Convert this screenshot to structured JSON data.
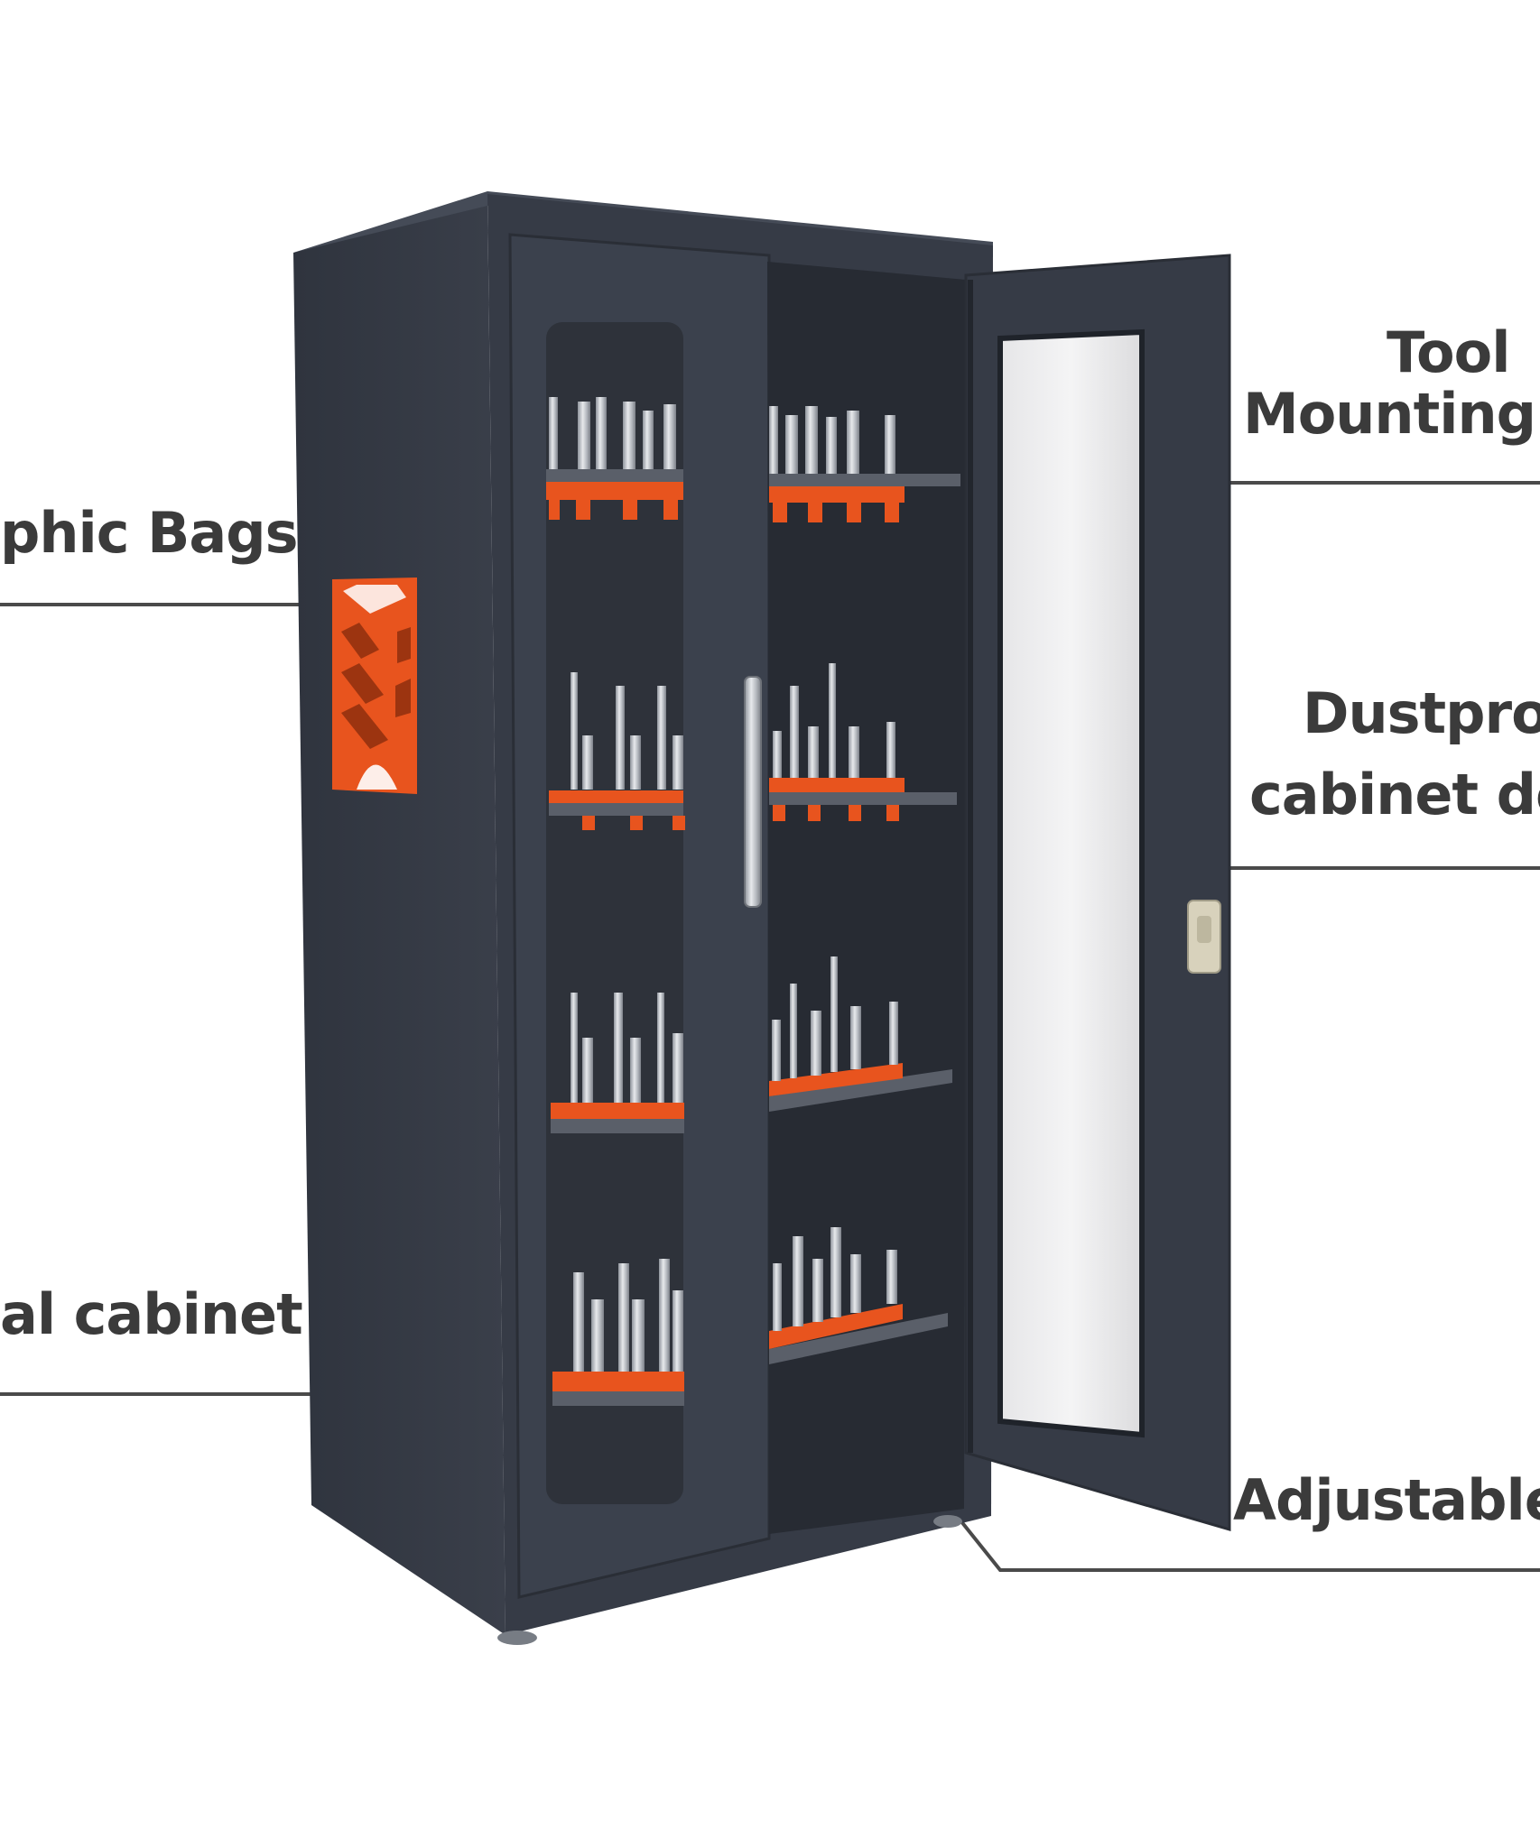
{
  "callouts": {
    "graphic_bags": "phic Bags",
    "tool_line1": "Tool",
    "tool_line2": "Mounting S",
    "dustproof_line1": "Dustpro",
    "dustproof_line2": "cabinet do",
    "metal_cabinet": "al cabinet",
    "adjustable": "Adjustable f"
  },
  "colors": {
    "cabinet_body": "#363b46",
    "cabinet_interior": "#272b33",
    "accent_orange": "#e8541e",
    "text_dark": "#3b3b3b",
    "leader_line": "#4a4a4a"
  }
}
